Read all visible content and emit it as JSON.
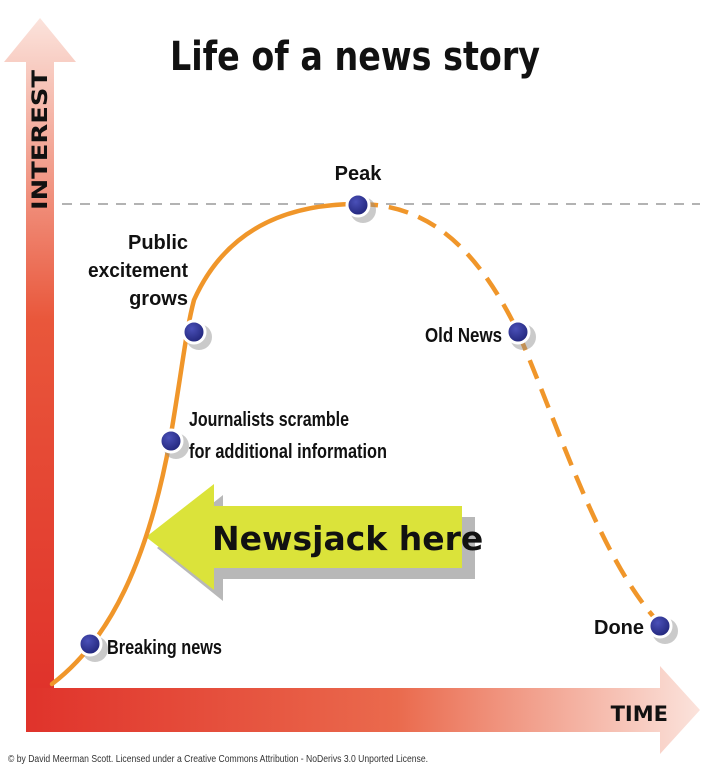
{
  "title": "Life of a news story",
  "axes": {
    "y_label": "INTEREST",
    "x_label": "TIME"
  },
  "stages": {
    "breaking": "Breaking news",
    "journalists_line1": "Journalists scramble",
    "journalists_line2": "for additional information",
    "public_line1": "Public",
    "public_line2": "excitement",
    "public_line3": "grows",
    "peak": "Peak",
    "old_news": "Old News",
    "done": "Done"
  },
  "callout": {
    "label": "Newsjack here"
  },
  "footer": {
    "copyright": "© by David Meerman Scott. Licensed under a Creative Commons Attribution - NoDerivs 3.0 Unported License."
  },
  "colors": {
    "curve": "#f0962a",
    "dot": "#2b2f8f",
    "arrow_fill": "#dbe33a",
    "axis_strong": "#e0332b",
    "axis_light": "#fbe3dc"
  }
}
